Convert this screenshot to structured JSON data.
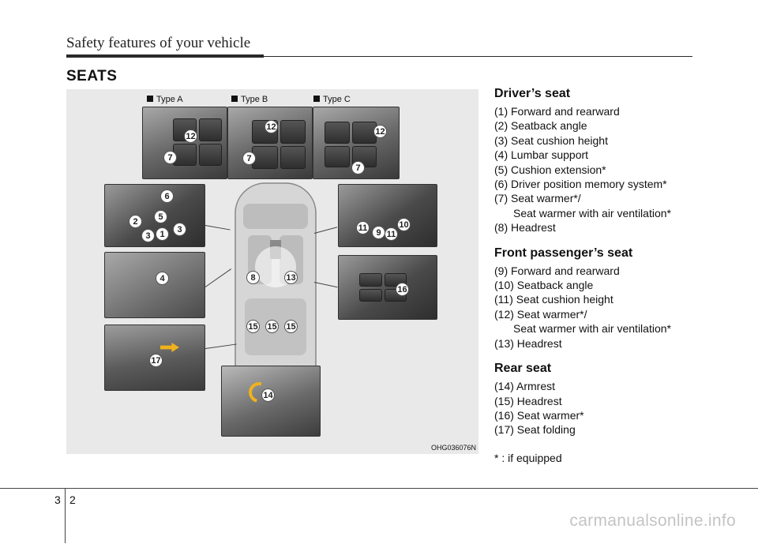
{
  "header": {
    "title": "Safety features of your vehicle"
  },
  "section": {
    "title": "SEATS"
  },
  "figure": {
    "code": "OHG036076N",
    "type_labels": [
      "Type A",
      "Type B",
      "Type C"
    ],
    "callouts": {
      "type_a": [
        "12",
        "7"
      ],
      "type_b": [
        "12",
        "7"
      ],
      "type_c": [
        "12",
        "7"
      ],
      "driver_side": [
        "6",
        "5",
        "2",
        "3",
        "1",
        "3"
      ],
      "lumbar": [
        "4"
      ],
      "floor_lever": [
        "17"
      ],
      "passenger_side": [
        "11",
        "9",
        "11",
        "10"
      ],
      "door_warmer": [
        "16"
      ],
      "car_headrests": [
        "8",
        "13"
      ],
      "rear_headrests": [
        "15",
        "15",
        "15"
      ],
      "rear_armrest": [
        "14"
      ]
    }
  },
  "driver": {
    "title": "Driver’s seat",
    "items": [
      "(1) Forward and rearward",
      "(2) Seatback angle",
      "(3) Seat cushion height",
      "(4) Lumbar support",
      "(5) Cushion extension*",
      "(6) Driver position memory system*"
    ],
    "warmer": {
      "line1": "(7) Seat warmer*/",
      "line2": "Seat warmer with air ventilation*"
    },
    "last": "(8) Headrest"
  },
  "passenger": {
    "title": "Front passenger’s seat",
    "items": [
      "(9) Forward and rearward",
      "(10) Seatback angle",
      "(11) Seat cushion height"
    ],
    "warmer": {
      "line1": "(12) Seat warmer*/",
      "line2": "Seat warmer with air ventilation*"
    },
    "last": "(13) Headrest"
  },
  "rear": {
    "title": "Rear seat",
    "items": [
      "(14) Armrest",
      "(15) Headrest",
      "(16) Seat warmer*",
      "(17) Seat folding"
    ]
  },
  "note": "* : if equipped",
  "footer": {
    "major": "3",
    "minor": "2",
    "watermark": "carmanualsonline.info"
  }
}
